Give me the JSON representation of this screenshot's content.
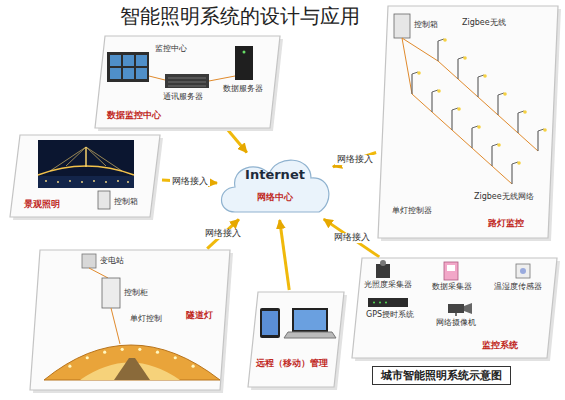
{
  "diagram": {
    "title": "智能照明系统的设计与应用",
    "caption": "城市智能照明系统示意图",
    "nodes": [
      {
        "text": [
          "数据监控中心"
        ]
      },
      {
        "text": [
          "景观照明"
        ]
      },
      {
        "text": [
          "路灯监控"
        ]
      },
      {
        "text": [
          "Internet",
          "网络中心"
        ]
      },
      {
        "text": [
          "隧道灯"
        ]
      },
      {
        "text": [
          "监控系统"
        ]
      },
      {
        "text": [
          "远程（移动）管理"
        ]
      }
    ],
    "edges": [
      {
        "from": 1,
        "to": 3,
        "arrow": "to",
        "label": "网络接入"
      },
      {
        "from": 0,
        "to": 3,
        "arrow": "to"
      },
      {
        "from": 2,
        "to": 3,
        "arrow": "to",
        "label": "网络接入"
      },
      {
        "from": 4,
        "to": 3,
        "arrow": "to",
        "label": "网络接入"
      },
      {
        "from": 5,
        "to": 3,
        "arrow": "to",
        "label": "网络接入"
      },
      {
        "from": 6,
        "to": 3,
        "arrow": "to"
      }
    ],
    "labels": [
      "监控中心",
      "数据服务器",
      "通讯服务器",
      "控制箱",
      "控制箱",
      "Zigbee无线",
      "Zigbee无线网络",
      "单灯控制器",
      "变电站",
      "控制柜",
      "单灯控制",
      "光照度采集器",
      "数据采集器",
      "温湿度传感器",
      "GPS授时系统",
      "网络摄像机"
    ]
  }
}
